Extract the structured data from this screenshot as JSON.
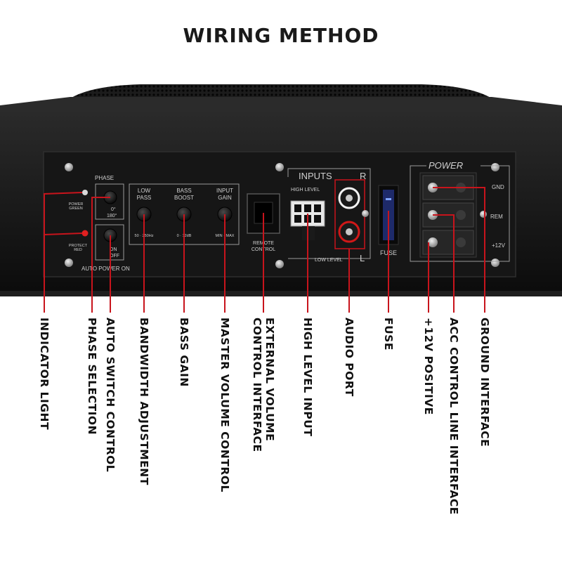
{
  "title": "WIRING METHOD",
  "colors": {
    "lead": "#c8141c",
    "panel": "#141414",
    "text": "#111111"
  },
  "panel": {
    "phase": "PHASE",
    "phase_0": "0°",
    "phase_180": "180°",
    "power_green": [
      "POWER",
      "GREEN"
    ],
    "protect_red": [
      "PROTECT",
      "RED"
    ],
    "on": "ON",
    "off": "OFF",
    "auto_power_on": "AUTO POWER ON",
    "knobs": [
      {
        "label": [
          "LOW",
          "PASS"
        ],
        "range": "50 · 250Hz"
      },
      {
        "label": [
          "BASS",
          "BOOST"
        ],
        "range": "0 · 12dB"
      },
      {
        "label": [
          "INPUT",
          "GAIN"
        ],
        "range": "MIN · MAX"
      }
    ],
    "remote_control": [
      "REMOTE",
      "CONTROL"
    ],
    "inputs": "INPUTS",
    "input_r": "R",
    "input_l": "L",
    "high_level": "HIGH LEVEL",
    "low_level": "LOW LEVEL",
    "fuse": "FUSE",
    "power": "POWER",
    "gnd": "GND",
    "rem": "REM",
    "plus12v": "+12V"
  },
  "labels": [
    {
      "id": "indicator-light",
      "text": [
        "INDICATOR LIGHT"
      ]
    },
    {
      "id": "phase-selection",
      "text": [
        "PHASE SELECTION"
      ]
    },
    {
      "id": "auto-switch-control",
      "text": [
        "AUTO SWITCH CONTROL"
      ]
    },
    {
      "id": "bandwidth-adjustment",
      "text": [
        "BANDWIDTH ADJUSTMENT"
      ]
    },
    {
      "id": "bass-gain",
      "text": [
        "BASS GAIN"
      ]
    },
    {
      "id": "master-volume-control",
      "text": [
        "MASTER VOLUME CONTROL"
      ]
    },
    {
      "id": "external-volume-control-interface",
      "text": [
        "EXTERNAL VOLUME",
        "CONTROL INTERFACE"
      ]
    },
    {
      "id": "high-level-input",
      "text": [
        "HIGH LEVEL INPUT"
      ]
    },
    {
      "id": "audio-port",
      "text": [
        "AUDIO PORT"
      ]
    },
    {
      "id": "fuse",
      "text": [
        "FUSE"
      ]
    },
    {
      "id": "plus-12v-positive",
      "text": [
        "+12V POSITIVE"
      ]
    },
    {
      "id": "acc-control-line-interface",
      "text": [
        "ACC CONTROL LINE INTERFACE"
      ]
    },
    {
      "id": "ground-interface",
      "text": [
        "GROUND INTERFACE"
      ]
    }
  ]
}
